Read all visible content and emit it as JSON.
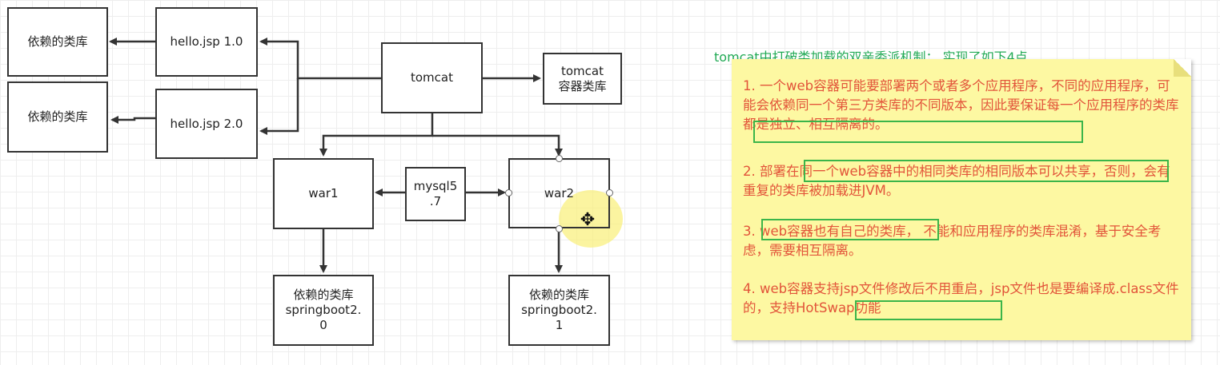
{
  "diagram": {
    "boxes": {
      "lib_left_1": "依赖的类库",
      "lib_left_2": "依赖的类库",
      "hello_1": "hello.jsp 1.0",
      "hello_2": "hello.jsp 2.0",
      "tomcat": "tomcat",
      "tomcat_lib_line1": "tomcat",
      "tomcat_lib_line2": "容器类库",
      "war1": "war1",
      "mysql_line1": "mysql5",
      "mysql_line2": ".7",
      "war2": "war2",
      "lib_war1_line1": "依赖的类库",
      "lib_war1_line2": "springboot2.",
      "lib_war1_line3": "0",
      "lib_war2_line1": "依赖的类库",
      "lib_war2_line2": "springboot2.",
      "lib_war2_line3": "1"
    }
  },
  "note": {
    "title": "tomcat中打破类加载的双亲委派机制： 实现了如下4点",
    "points": [
      "1. 一个web容器可能要部署两个或者多个应用程序，不同的应用程序，可能会依赖同一个第三方类库的不同版本，因此要保证每一个应用程序的类库都是独立、相互隔离的。",
      "2. 部署在同一个web容器中的相同类库的相同版本可以共享，否则，会有重复的类库被加载进JVM。",
      "3. web容器也有自己的类库， 不能和应用程序的类库混淆，基于安全考虑，需要相互隔离。",
      "4. web容器支持jsp文件修改后不用重启，jsp文件也是要编译成.class文件的，支持HotSwap功能"
    ]
  },
  "colors": {
    "note_background": "#fdf8a2",
    "note_text": "#e2543a",
    "title_text": "#22aa55",
    "highlight_border": "#3bb54a"
  }
}
